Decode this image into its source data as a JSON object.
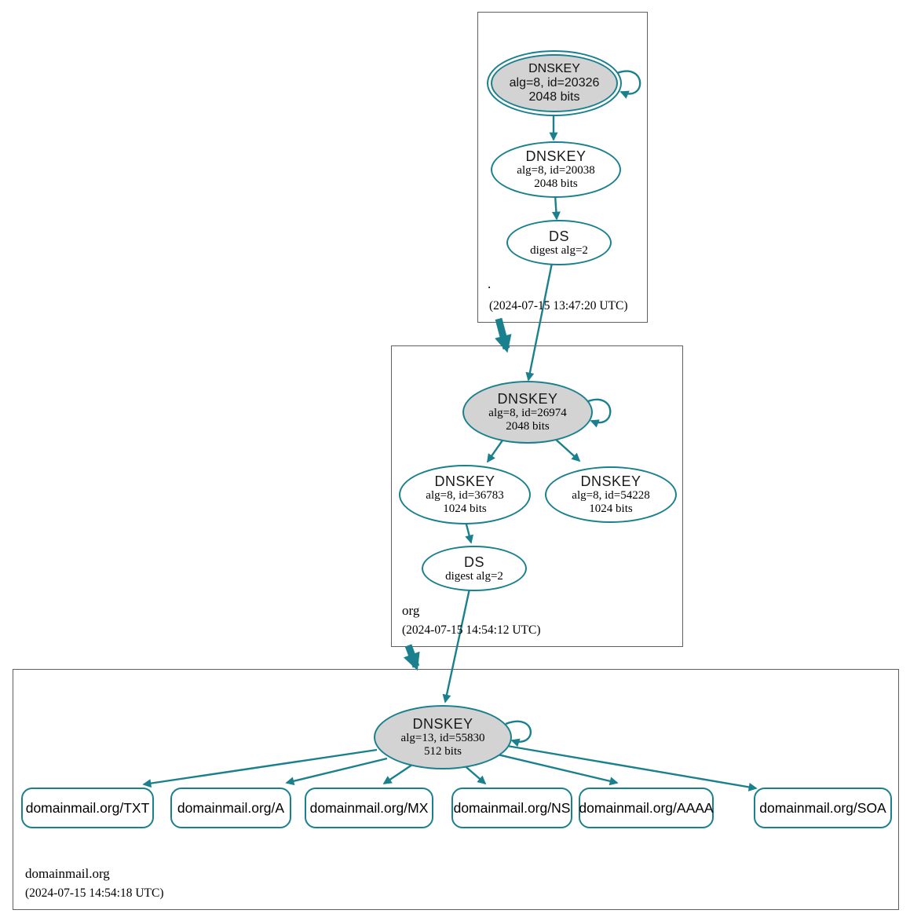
{
  "diagram": {
    "type": "dnssec-authentication-chain",
    "colors": {
      "edge_teal": "#1a808e",
      "node_fill_gray": "#d3d3d3",
      "node_fill_white": "#ffffff",
      "box_border": "#5f5f5f",
      "text": "#111111"
    },
    "zones": [
      {
        "label": ".",
        "timestamp": "(2024-07-15 13:47:20 UTC)",
        "nodes": {
          "ksk": {
            "title": "DNSKEY",
            "line1": "alg=8, id=20326",
            "line2": "2048 bits"
          },
          "zsk": {
            "title": "DNSKEY",
            "line1": "alg=8, id=20038",
            "line2": "2048 bits"
          },
          "ds": {
            "title": "DS",
            "line1": "digest alg=2"
          }
        }
      },
      {
        "label": "org",
        "timestamp": "(2024-07-15 14:54:12 UTC)",
        "nodes": {
          "ksk": {
            "title": "DNSKEY",
            "line1": "alg=8, id=26974",
            "line2": "2048 bits"
          },
          "zsk1": {
            "title": "DNSKEY",
            "line1": "alg=8, id=36783",
            "line2": "1024 bits"
          },
          "zsk2": {
            "title": "DNSKEY",
            "line1": "alg=8, id=54228",
            "line2": "1024 bits"
          },
          "ds": {
            "title": "DS",
            "line1": "digest alg=2"
          }
        }
      },
      {
        "label": "domainmail.org",
        "timestamp": "(2024-07-15 14:54:18 UTC)",
        "nodes": {
          "ksk": {
            "title": "DNSKEY",
            "line1": "alg=13, id=55830",
            "line2": "512 bits"
          }
        },
        "rrsets": [
          "domainmail.org/TXT",
          "domainmail.org/A",
          "domainmail.org/MX",
          "domainmail.org/NS",
          "domainmail.org/AAAA",
          "domainmail.org/SOA"
        ]
      }
    ]
  }
}
